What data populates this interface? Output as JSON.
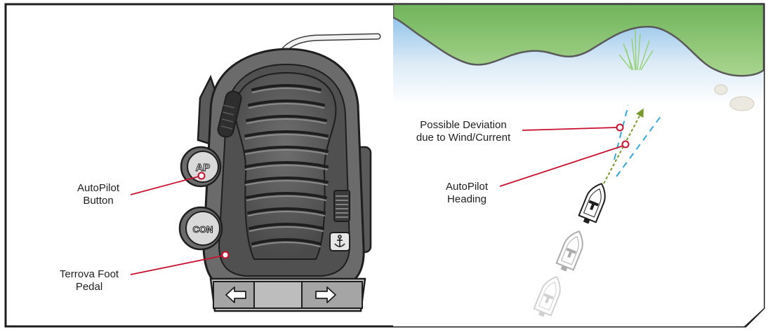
{
  "colors": {
    "callout_line": "#c8102e",
    "pedal_body": "#6b6b6b",
    "pedal_dark": "#3c3c3c",
    "land": "#8fc47a",
    "water_top": "#7eb9e6",
    "deviation_line": "#35a7d9",
    "heading_arrow": "#7a9a2e"
  },
  "icons": [
    "left-arrow-icon",
    "right-arrow-icon",
    "anchor-icon",
    "boat-icon",
    "reed-icon",
    "rock-icon"
  ],
  "pedal": {
    "ap_button_label": "AP",
    "con_button_label": "CON"
  },
  "callouts": {
    "autopilot_button": {
      "line1": "AutoPilot",
      "line2": "Button"
    },
    "foot_pedal": {
      "line1": "Terrova Foot",
      "line2": "Pedal"
    },
    "deviation": {
      "line1": "Possible Deviation",
      "line2": "due to Wind/Current"
    },
    "heading": {
      "line1": "AutoPilot",
      "line2": "Heading"
    }
  }
}
